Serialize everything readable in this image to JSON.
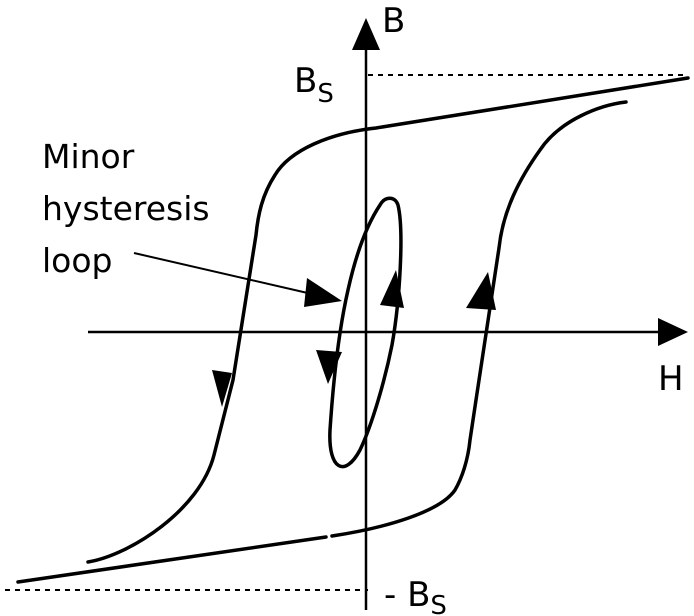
{
  "axes": {
    "vertical_label": "B",
    "horizontal_label": "H"
  },
  "saturation": {
    "positive_main": "B",
    "positive_sub": "S",
    "negative_prefix": "- ",
    "negative_main": "B",
    "negative_sub": "S"
  },
  "annotation": {
    "lines": [
      "Minor",
      "hysteresis",
      "loop"
    ]
  }
}
